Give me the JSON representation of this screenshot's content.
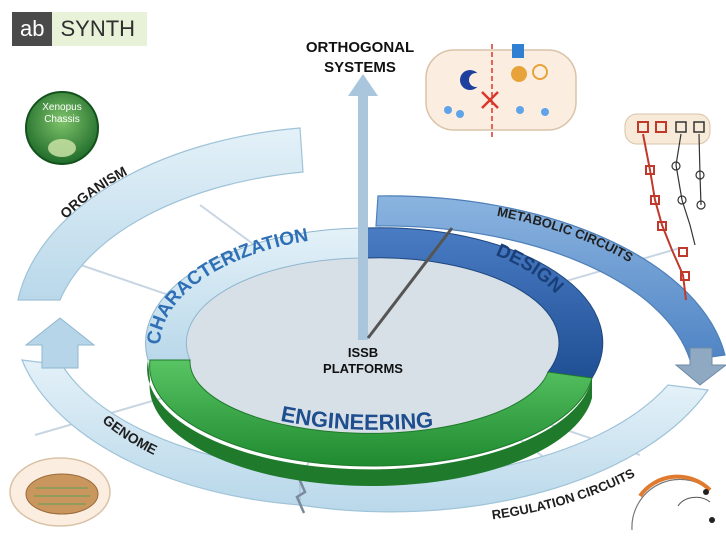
{
  "logo": {
    "prefix": "ab",
    "name": "SYNTH"
  },
  "axis": {
    "title_line1": "ORTHOGONAL",
    "title_line2": "SYSTEMS"
  },
  "center": {
    "line1": "ISSB",
    "line2": "PLATFORMS"
  },
  "inner_ring": {
    "characterization": "CHARACTERIZATION",
    "design": "DESIGN",
    "engineering": "ENGINEERING"
  },
  "outer_ring": {
    "organism": "ORGANISM",
    "metabolic": "METABOLIC CIRCUITS",
    "genome": "GENOME",
    "regulation": "REGULATION CIRCUITS"
  },
  "badge": {
    "line1": "Xenopus",
    "line2": "Chassis"
  },
  "colors": {
    "light_blue": "#cfe6f3",
    "mid_blue": "#6f9fd4",
    "dark_blue": "#2f5fa8",
    "green": "#3aa84a",
    "text_blue": "#1f4e8f",
    "red": "#c0392b"
  }
}
